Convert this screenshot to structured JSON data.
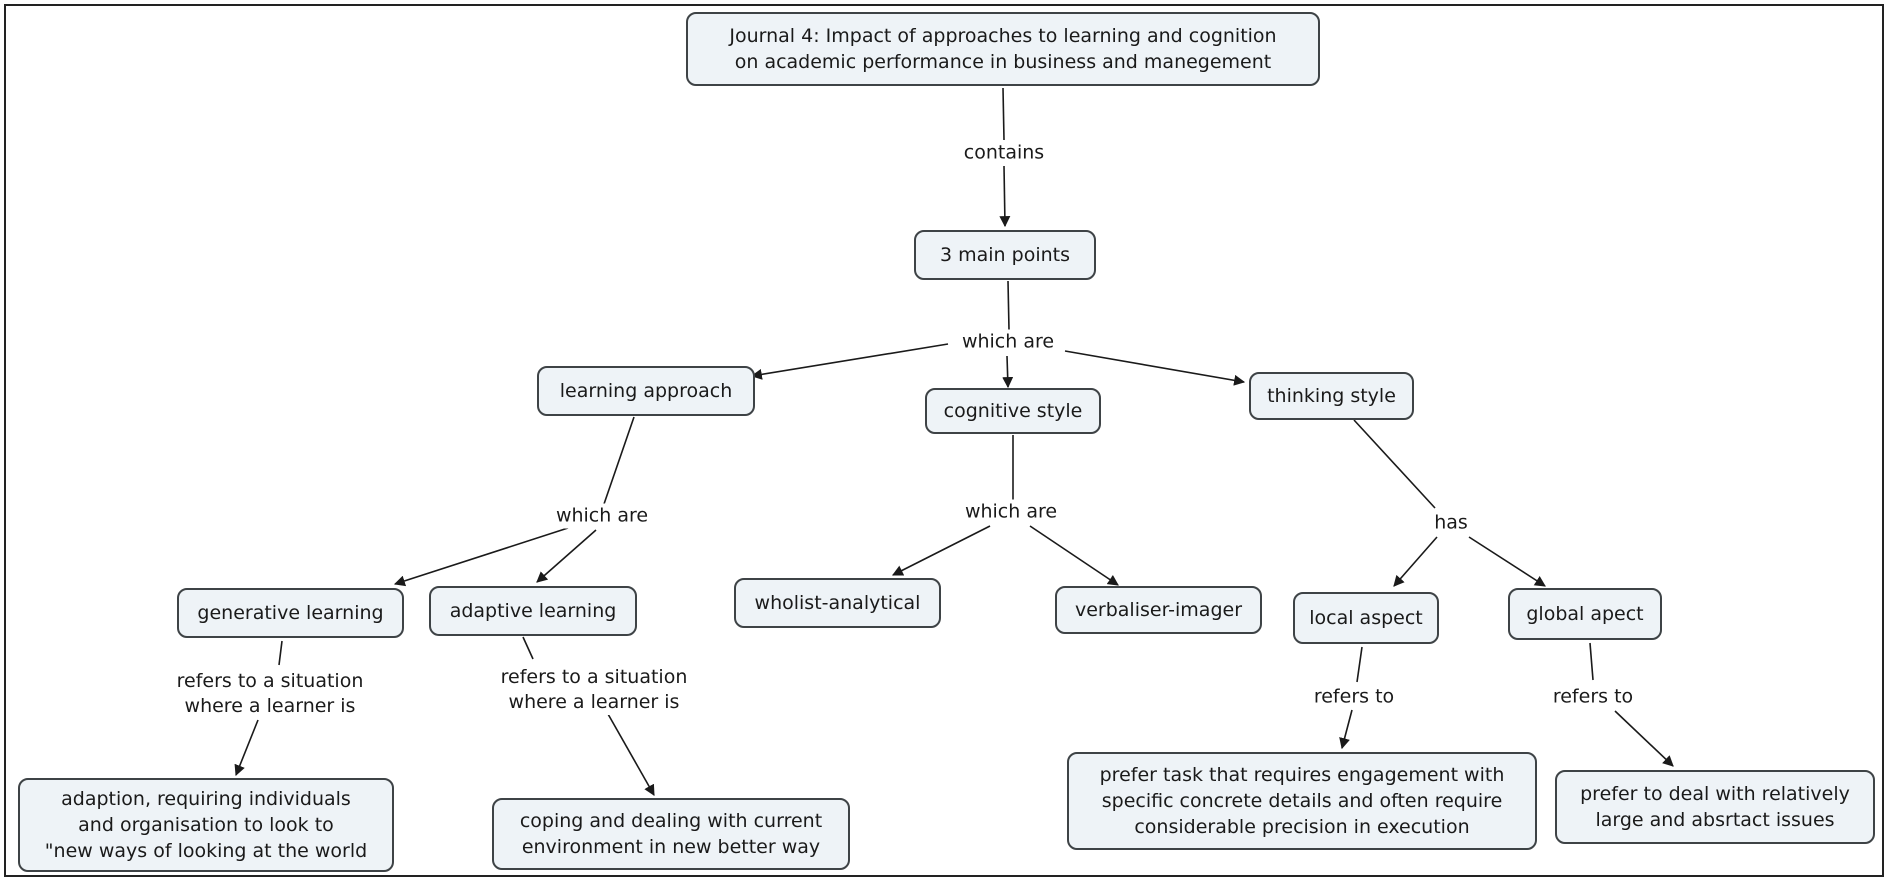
{
  "nodes": {
    "journal": "Journal 4: Impact of approaches to learning and cognition\non academic performance in business and manegement",
    "main_points": "3 main points",
    "learning_approach": "learning approach",
    "cognitive_style": "cognitive style",
    "thinking_style": "thinking style",
    "generative_learning": "generative learning",
    "adaptive_learning": "adaptive learning",
    "wholist_analytical": "wholist-analytical",
    "verbaliser_imager": "verbaliser-imager",
    "local_aspect": "local aspect",
    "global_apect": "global apect",
    "adaption": "adaption, requiring individuals\nand organisation to look to\n\"new ways of looking at the world",
    "coping": "coping and dealing with current\nenvironment in new better way",
    "prefer_task": "prefer task that requires engagement with\nspecific concrete details and often require\nconsiderable precision in execution",
    "prefer_deal": "prefer to deal with relatively\nlarge and absrtact issues"
  },
  "links": {
    "contains": "contains",
    "which_are_main": "which are",
    "which_are_learning": "which are",
    "which_are_cognitive": "which are",
    "has": "has",
    "refers_situation_generative": "refers to a situation\nwhere a learner is",
    "refers_situation_adaptive": "refers to a situation\nwhere a learner is",
    "refers_to_local": "refers to",
    "refers_to_global": "refers to"
  },
  "colors": {
    "node_fill": "#eef3f7",
    "node_border": "#3e4346",
    "line": "#1a1a1a"
  }
}
